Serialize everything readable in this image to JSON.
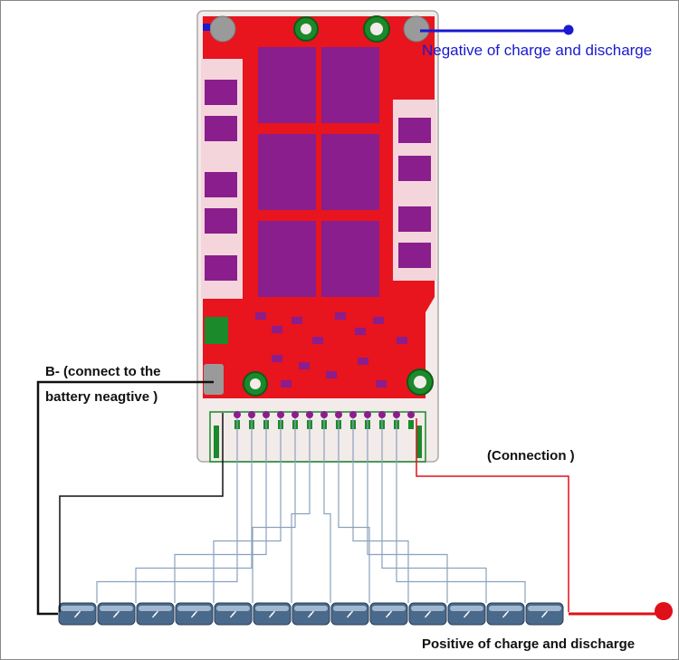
{
  "labels": {
    "negative": "Negative of charge and discharge",
    "b_minus_line1": "B- (connect to the",
    "b_minus_line2": "battery neagtive )",
    "connection": "(Connection )",
    "positive": "Positive of charge and discharge"
  },
  "board": {
    "balance_pins": 13,
    "cells": 13
  },
  "colors": {
    "pcb_red": "#e8141e",
    "pad_purple": "#8a1e8c",
    "copper_green": "#1a8a2a",
    "board_bg": "#f3eaea",
    "negative_wire": "#1a1ad0",
    "positive_wire": "#e0101a",
    "battery_wire": "#111111",
    "cell_blue": "#4a6a8c",
    "balance_wire": "#8aa2bc"
  }
}
